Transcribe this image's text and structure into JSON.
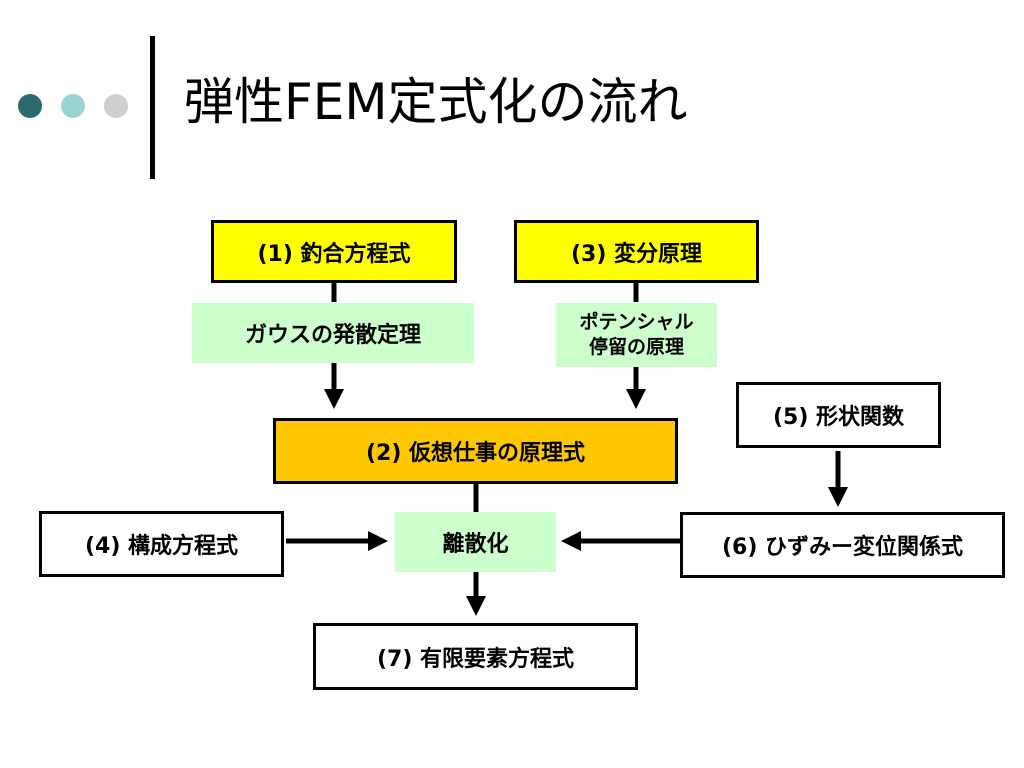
{
  "title": "弾性FEM定式化の流れ",
  "colors": {
    "dot_dark": "#2e6a6c",
    "dot_mid": "#99d3d3",
    "dot_light": "#cfcfcf",
    "box_yellow": "#ffff00",
    "box_orange": "#ffc700",
    "box_green": "#ccffcc"
  },
  "nodes": {
    "equilibrium": "(1) 釣合方程式",
    "variational": "(3) 変分原理",
    "gauss": "ガウスの発散定理",
    "potential_line1": "ポテンシャル",
    "potential_line2": "停留の原理",
    "virtual_work": "(2) 仮想仕事の原理式",
    "shape_function": "(5) 形状関数",
    "constitutive": "(4) 構成方程式",
    "discretization": "離散化",
    "strain_displacement": "(6) ひずみー変位関係式",
    "fe_equation": "(7) 有限要素方程式"
  }
}
